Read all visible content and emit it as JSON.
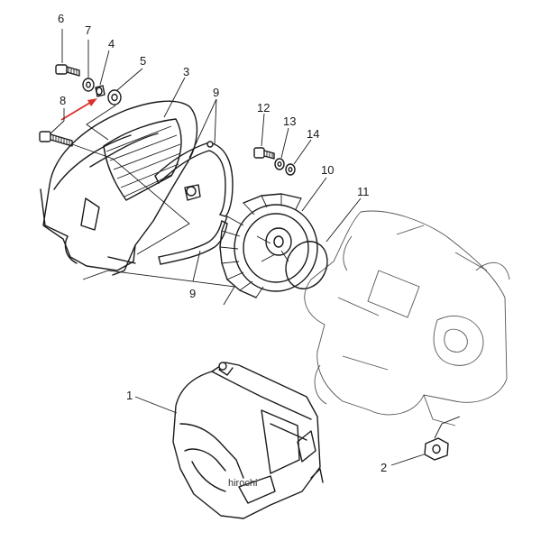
{
  "diagram": {
    "callouts": [
      {
        "id": "c6",
        "text": "6"
      },
      {
        "id": "c7",
        "text": "7"
      },
      {
        "id": "c4",
        "text": "4"
      },
      {
        "id": "c5",
        "text": "5"
      },
      {
        "id": "c3",
        "text": "3"
      },
      {
        "id": "c8",
        "text": "8"
      },
      {
        "id": "c9a",
        "text": "9"
      },
      {
        "id": "c9b",
        "text": "9"
      },
      {
        "id": "c12",
        "text": "12"
      },
      {
        "id": "c13",
        "text": "13"
      },
      {
        "id": "c14",
        "text": "14"
      },
      {
        "id": "c10",
        "text": "10"
      },
      {
        "id": "c11",
        "text": "11"
      },
      {
        "id": "c1",
        "text": "1"
      },
      {
        "id": "c2",
        "text": "2"
      }
    ],
    "watermark": "hirochi",
    "colors": {
      "ink": "#1a1a1a",
      "highlight_arrow": "#d9322a",
      "background": "#ffffff"
    }
  }
}
